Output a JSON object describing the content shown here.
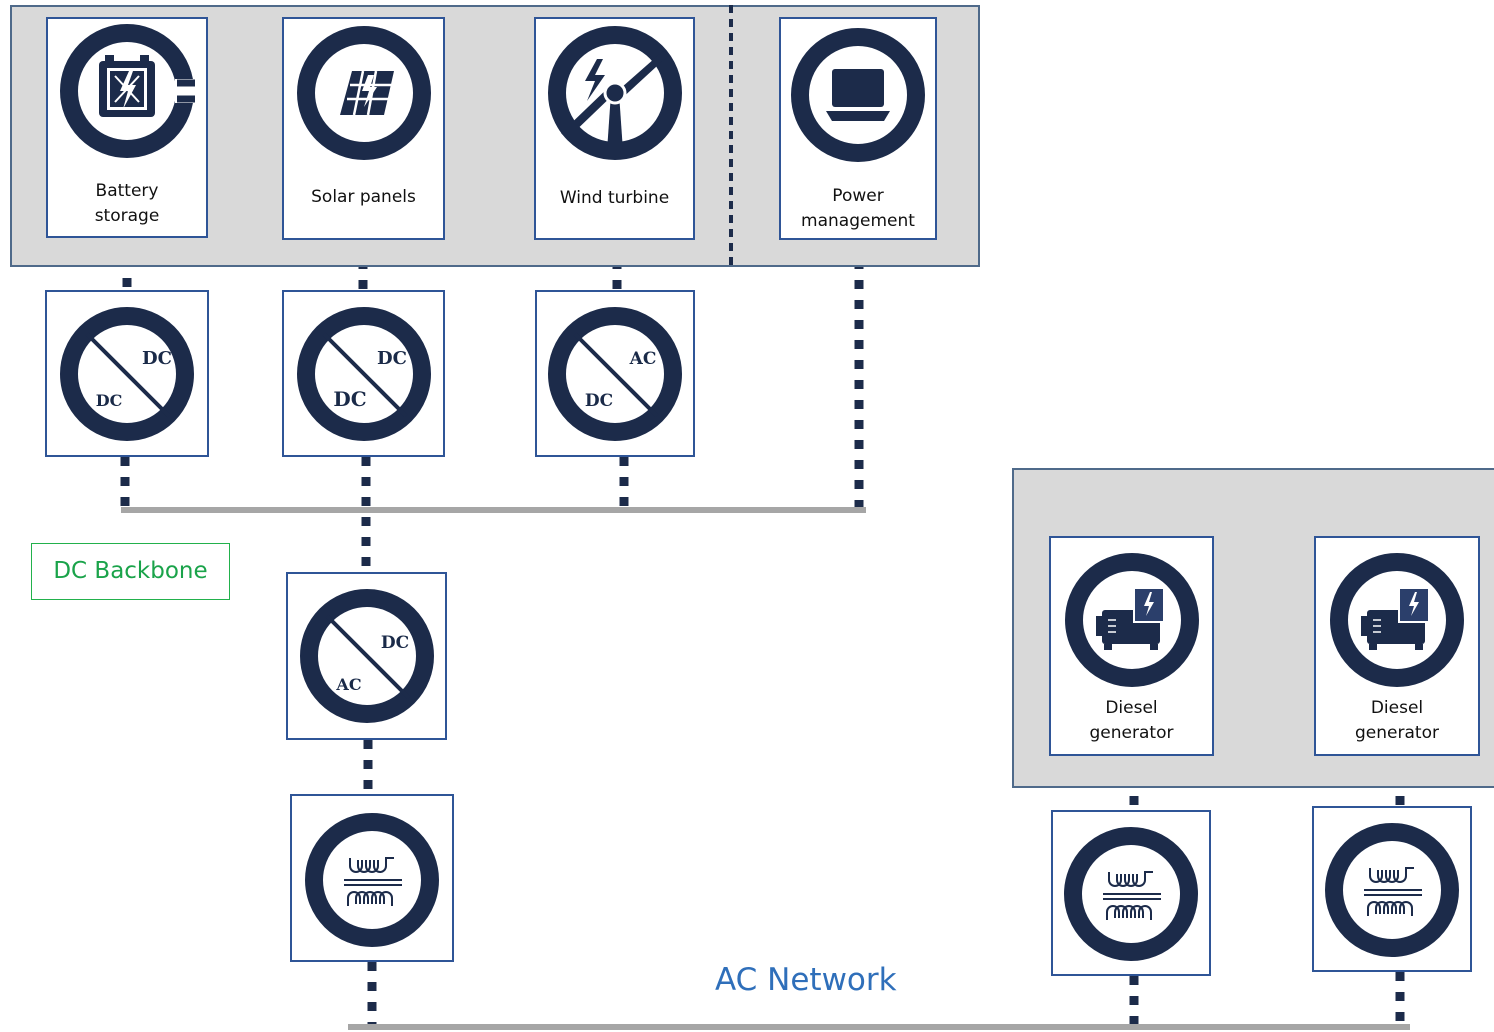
{
  "colors": {
    "ring": "#1c2b4a",
    "panel_fill": "#d9d9d9",
    "card_border": "#2f5597",
    "bus_line": "#a6a6a6",
    "dc_label": "#1aa34a",
    "ac_label": "#2f6fba"
  },
  "sources": {
    "battery": {
      "label_1": "Battery",
      "label_2": "storage",
      "icon": "battery-icon"
    },
    "solar": {
      "label_1": "Solar panels",
      "icon": "solar-panel-icon"
    },
    "wind": {
      "label_1": "Wind turbine",
      "icon": "wind-turbine-icon"
    },
    "power_management": {
      "label_1": "Power",
      "label_2": "management",
      "icon": "laptop-icon"
    }
  },
  "converters": {
    "battery": {
      "top": "DC",
      "bottom": "DC"
    },
    "solar": {
      "top": "DC",
      "bottom": "DC"
    },
    "wind": {
      "top": "AC",
      "bottom": "DC"
    },
    "inverter": {
      "top": "DC",
      "bottom": "AC"
    }
  },
  "generators": {
    "gen_1": {
      "label_1": "Diesel",
      "label_2": "generator",
      "icon": "diesel-generator-icon"
    },
    "gen_2": {
      "label_1": "Diesel",
      "label_2": "generator",
      "icon": "diesel-generator-icon"
    }
  },
  "transformer_icon": "transformer-icon",
  "buses": {
    "dc_label": "DC Backbone",
    "ac_label": "AC Network"
  }
}
